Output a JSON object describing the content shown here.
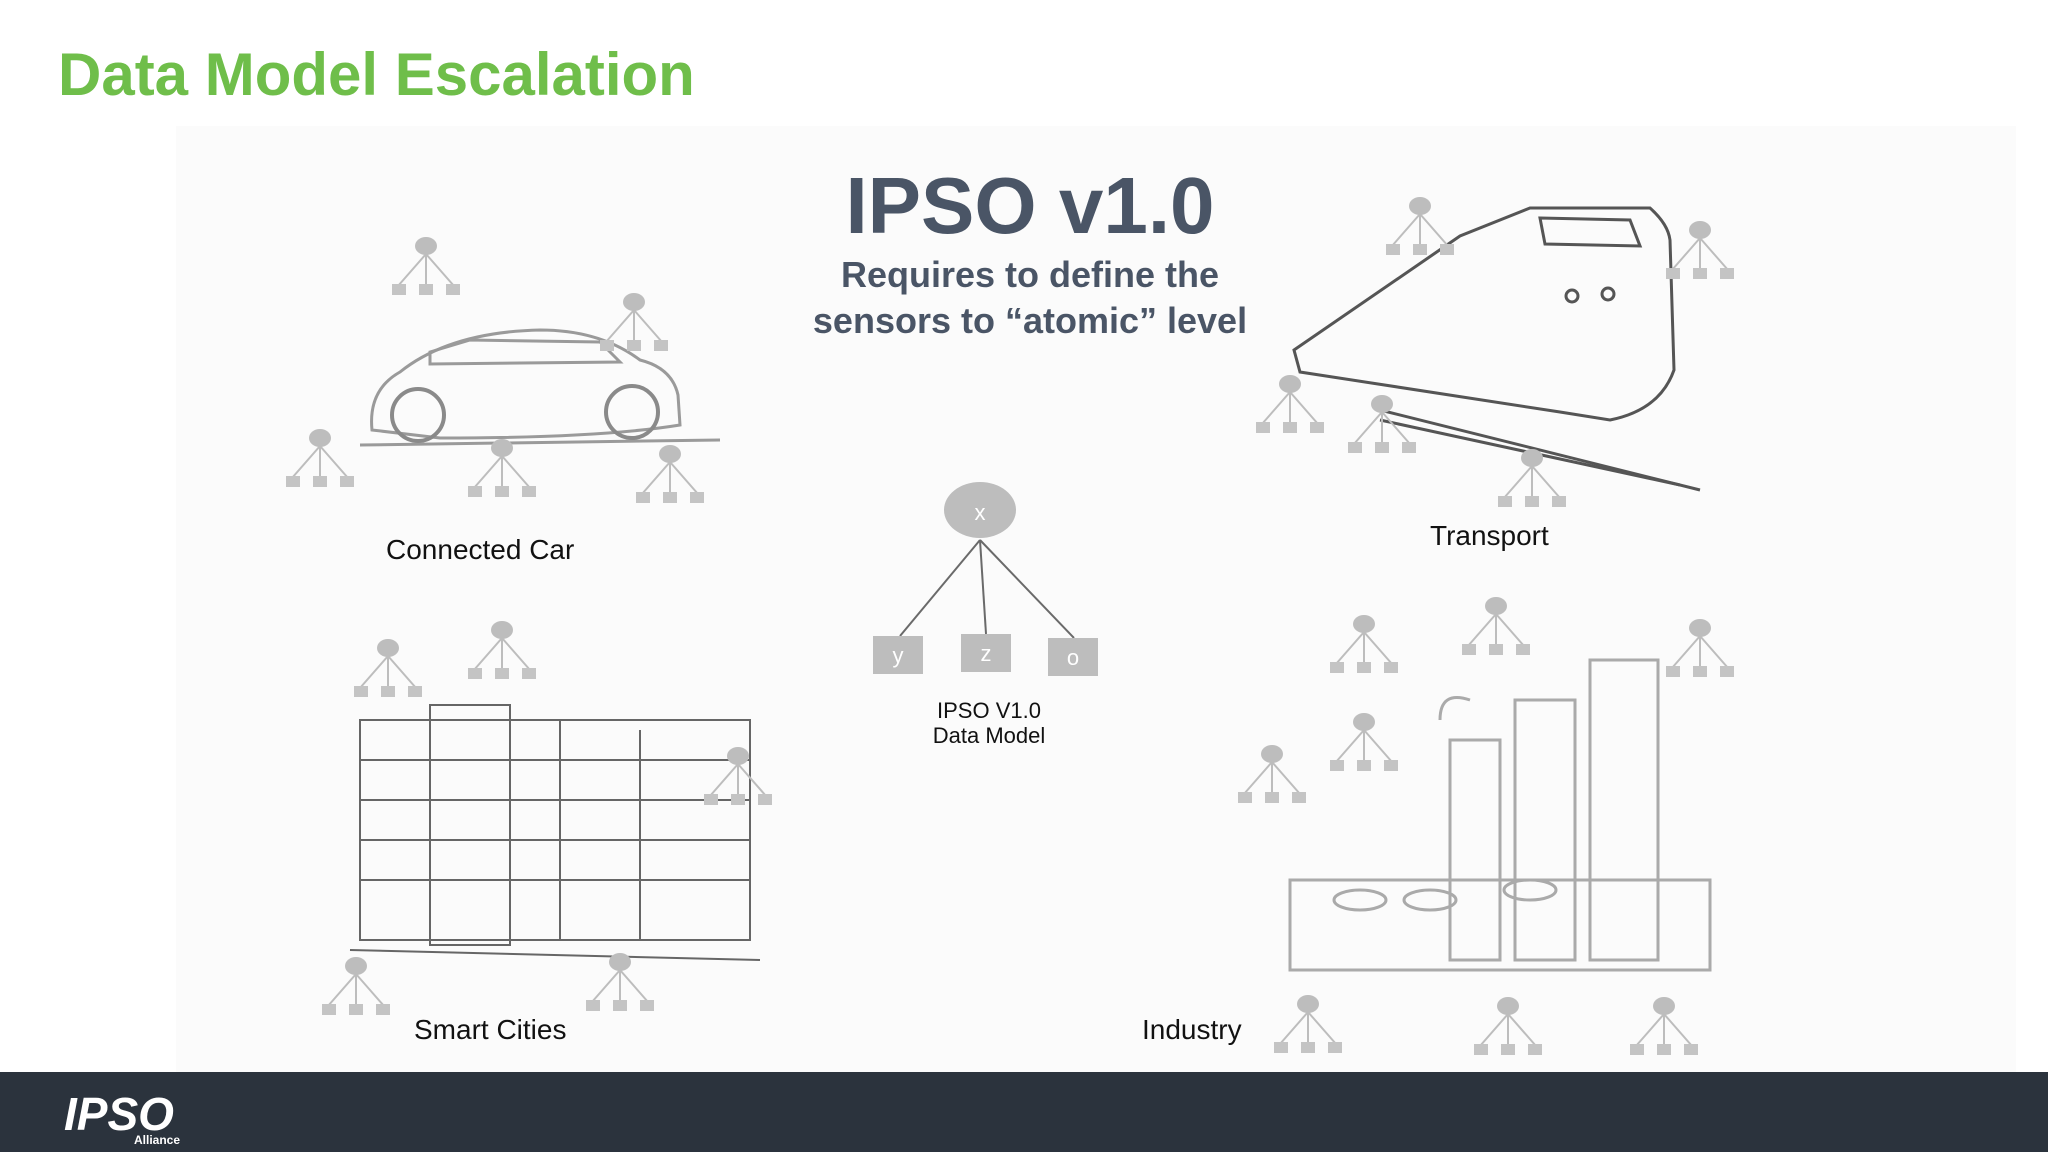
{
  "slide": {
    "title": "Data Model Escalation"
  },
  "headline": {
    "title": "IPSO v1.0",
    "subtitle_line1": "Requires to define the",
    "subtitle_line2": "sensors to “atomic” level"
  },
  "labels": {
    "connected_car": "Connected Car",
    "transport": "Transport",
    "smart_cities": "Smart Cities",
    "industry": "Industry"
  },
  "data_model": {
    "root": "x",
    "children": [
      "y",
      "z",
      "o"
    ],
    "caption_line1": "IPSO V1.0",
    "caption_line2": "Data Model"
  },
  "footer": {
    "logo_text": "IPSO",
    "logo_subtext": "Alliance"
  },
  "colors": {
    "title_green": "#6fbe4a",
    "headline_gray": "#4a5566",
    "footer_bg": "#2b333d",
    "node_gray": "#bdbdbd"
  }
}
